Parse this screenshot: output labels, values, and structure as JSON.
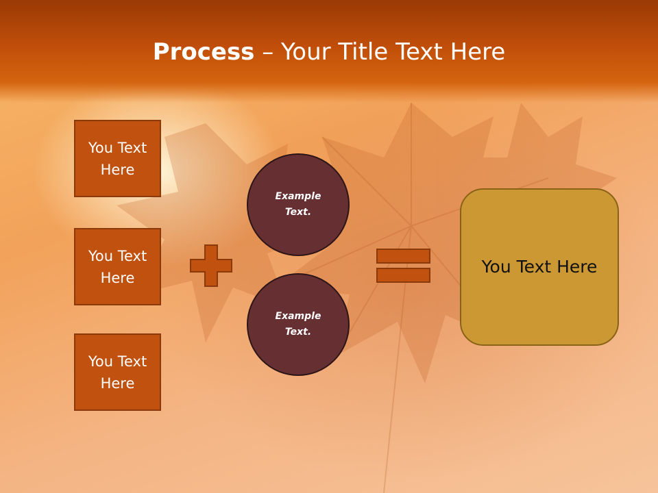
{
  "slide": {
    "title_bold": "Process",
    "title_rest": " – Your Title Text Here"
  },
  "left_boxes": [
    {
      "text": "You Text Here"
    },
    {
      "text": "You Text Here"
    },
    {
      "text": "You Text Here"
    }
  ],
  "circles": [
    {
      "text": "Example Text."
    },
    {
      "text": "Example Text."
    }
  ],
  "result": {
    "text": "You Text Here"
  },
  "icons": {
    "plus": "plus-icon",
    "equals": "equals-icon"
  },
  "colors": {
    "title_bar": "#c04e0a",
    "left_box_fill": "#c0510f",
    "circle_fill": "#663033",
    "result_fill": "#cc9834",
    "operator_fill": "#c0510f"
  }
}
